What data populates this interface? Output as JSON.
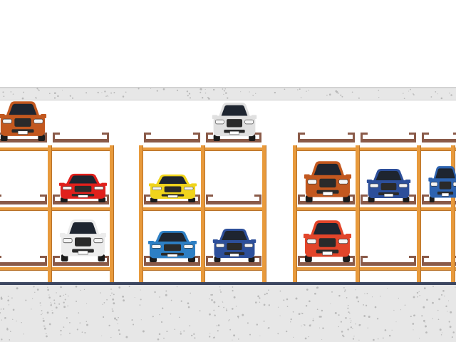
{
  "colors": {
    "background": "#ffffff",
    "concrete": "#e7e7e7",
    "concrete_speckle": "#b9b9b9",
    "floor_line": "#3c4660",
    "frame": "#e89a3c",
    "frame_dark": "#b8722a",
    "tray": "#8a5a48"
  },
  "cars": [
    {
      "name": "orange-suv",
      "color": "#c2581f"
    },
    {
      "name": "white-audi-suv",
      "color": "#e0e0e0"
    },
    {
      "name": "red-ferrari",
      "color": "#e0201c"
    },
    {
      "name": "white-mercedes-suv",
      "color": "#ececec"
    },
    {
      "name": "yellow-lamborghini",
      "color": "#f0d41c"
    },
    {
      "name": "blue-bugatti",
      "color": "#2d7fc4"
    },
    {
      "name": "blue-bmw",
      "color": "#2d4f9a"
    },
    {
      "name": "orange-jaguar-suv",
      "color": "#c2581f"
    },
    {
      "name": "blue-bmw-2",
      "color": "#2d4f9a"
    },
    {
      "name": "blue-toyota",
      "color": "#2d63b0"
    },
    {
      "name": "red-porsche-suv",
      "color": "#e2452a"
    }
  ]
}
